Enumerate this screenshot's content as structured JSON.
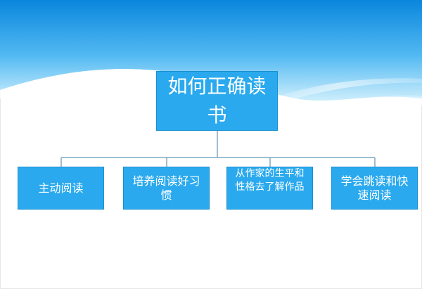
{
  "diagram": {
    "root": {
      "label": "如何正确读书"
    },
    "children": [
      {
        "label": "主动阅读"
      },
      {
        "label": "培养阅读好习惯"
      },
      {
        "label": "从作家的生平和性格去了解作品"
      },
      {
        "label": "学会跳读和快速阅读"
      }
    ]
  },
  "colors": {
    "node_fill": "#2aa9ee",
    "node_border": "#1a8fd0",
    "connector": "#7fa9c4",
    "sky_top": "#0a8ae0",
    "sky_bottom": "#cdeefc"
  }
}
